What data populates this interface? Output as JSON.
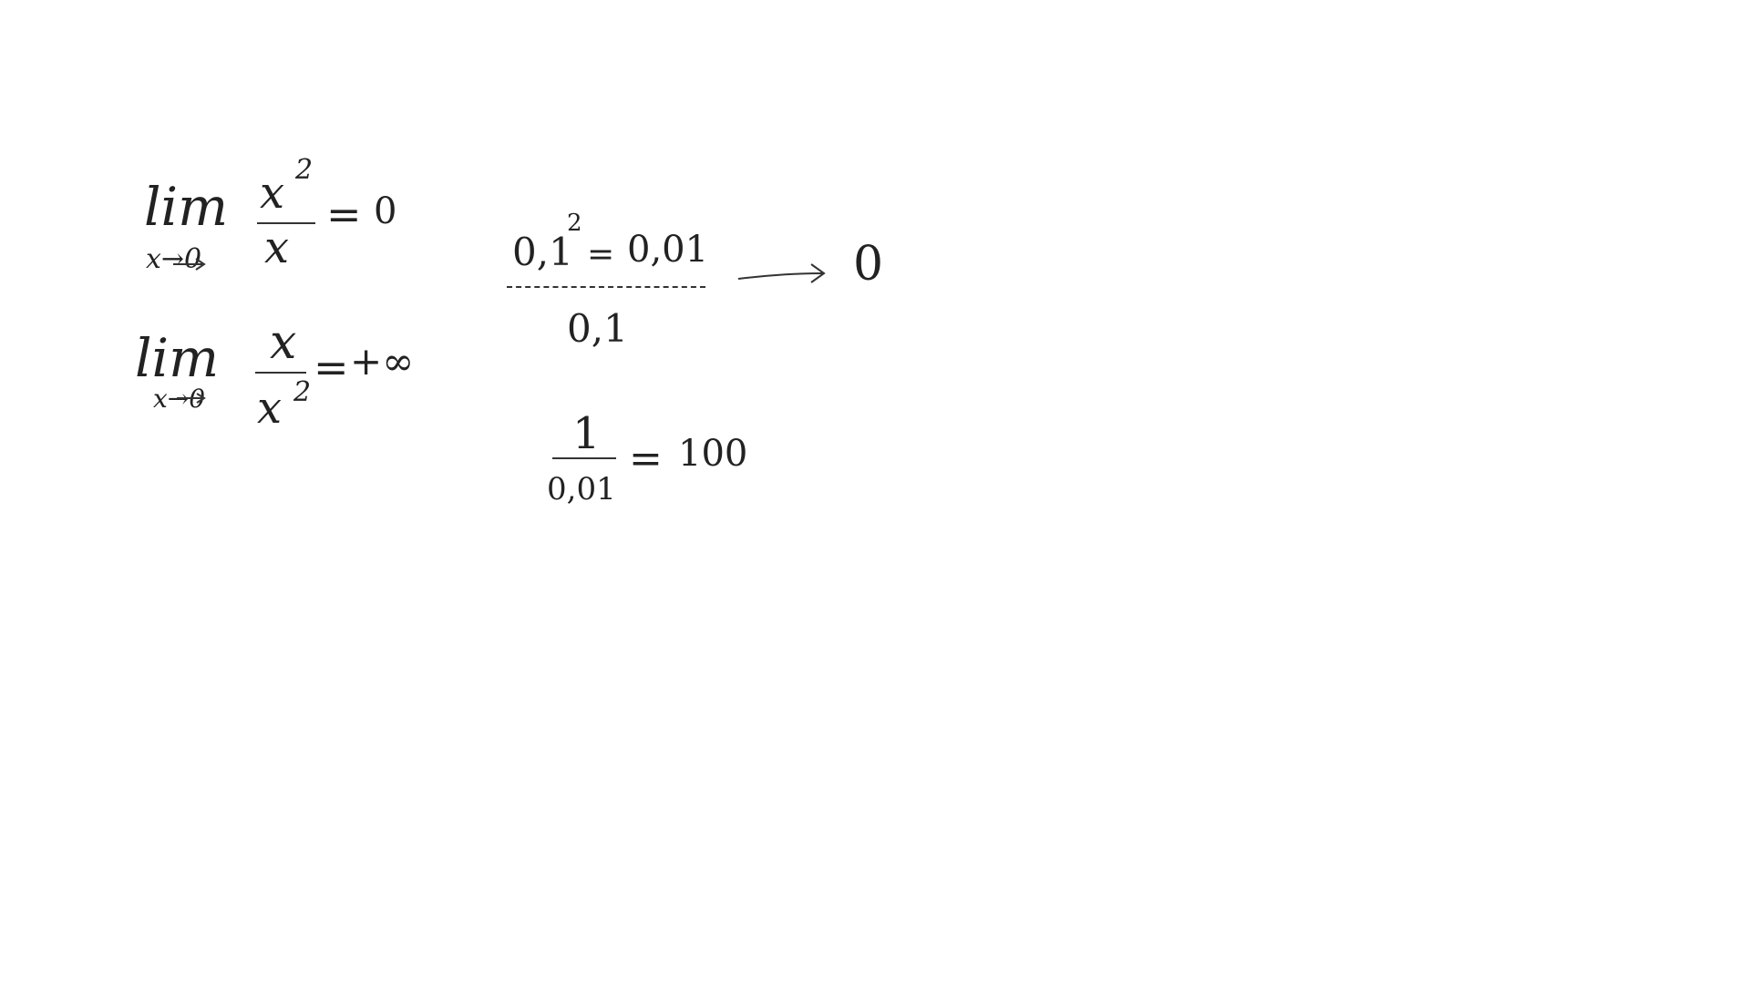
{
  "expr1": {
    "lim": "lim",
    "sub": "x→0",
    "numerator": "x",
    "numerator_exp": "2",
    "denominator": "x",
    "equals": "=",
    "result": "0"
  },
  "expr2": {
    "lim": "lim",
    "sub": "x→0",
    "numerator": "x",
    "denominator": "x",
    "denominator_exp": "2",
    "equals": "=",
    "result": "+∞"
  },
  "expr3": {
    "numerator_base": "0,1",
    "numerator_exp": "2",
    "equals": "=",
    "numerator_value": "0,01",
    "denominator": "0,1",
    "result": "0"
  },
  "expr4": {
    "numerator": "1",
    "denominator": "0,01",
    "equals": "=",
    "result": "100"
  }
}
